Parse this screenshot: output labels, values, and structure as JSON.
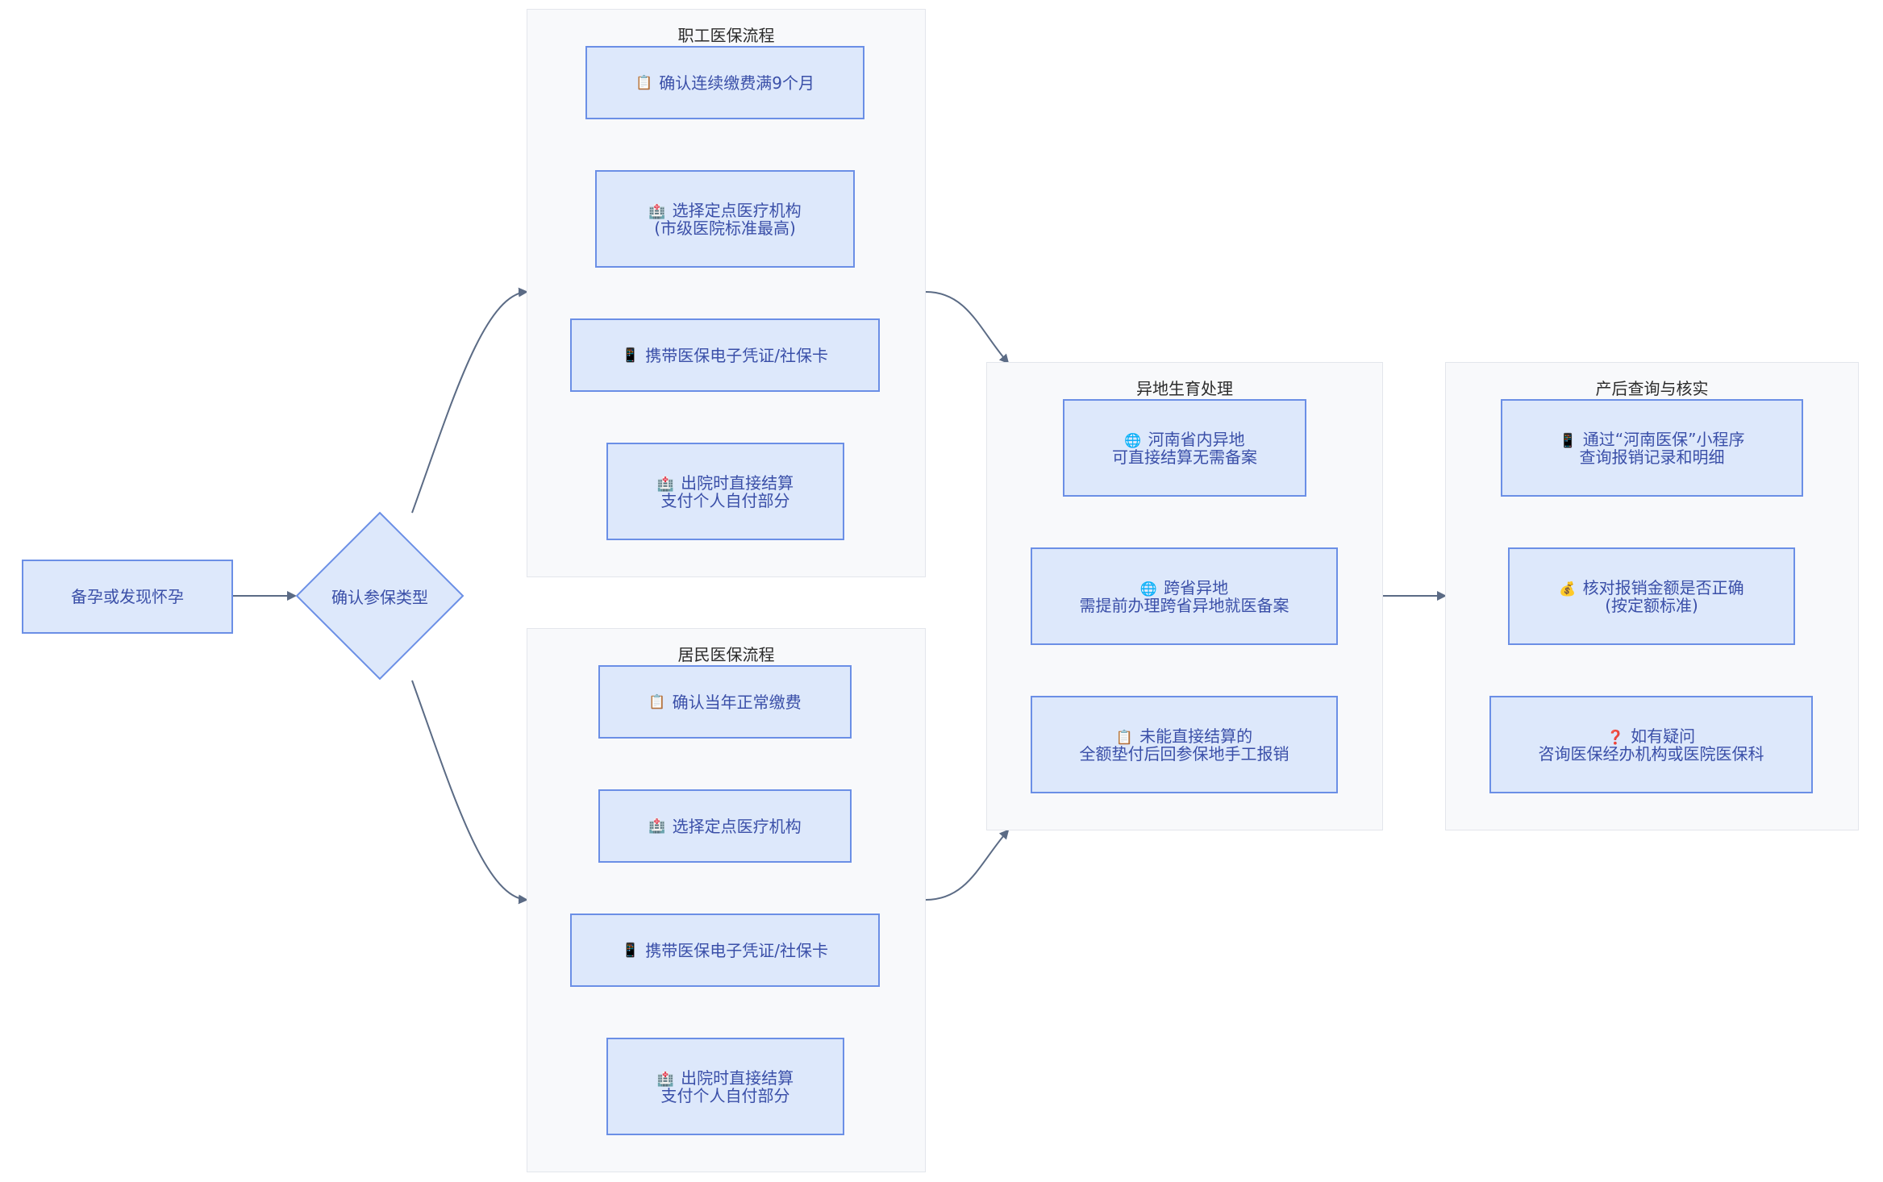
{
  "start": {
    "label": "备孕或发现怀孕"
  },
  "decision": {
    "label": "确认参保类型"
  },
  "employee": {
    "title": "职工医保流程",
    "steps": [
      {
        "icon": "📋",
        "line1": "确认连续缴费满9个月",
        "line2": ""
      },
      {
        "icon": "🏥",
        "line1": "选择定点医疗机构",
        "line2": "(市级医院标准最高)"
      },
      {
        "icon": "📱",
        "line1": "携带医保电子凭证/社保卡",
        "line2": ""
      },
      {
        "icon": "🏥",
        "line1": "出院时直接结算",
        "line2": "支付个人自付部分"
      }
    ]
  },
  "resident": {
    "title": "居民医保流程",
    "steps": [
      {
        "icon": "📋",
        "line1": "确认当年正常缴费",
        "line2": ""
      },
      {
        "icon": "🏥",
        "line1": "选择定点医疗机构",
        "line2": ""
      },
      {
        "icon": "📱",
        "line1": "携带医保电子凭证/社保卡",
        "line2": ""
      },
      {
        "icon": "🏥",
        "line1": "出院时直接结算",
        "line2": "支付个人自付部分"
      }
    ]
  },
  "remote": {
    "title": "异地生育处理",
    "steps": [
      {
        "icon": "🌐",
        "line1": "河南省内异地",
        "line2": "可直接结算无需备案"
      },
      {
        "icon": "🌐",
        "line1": "跨省异地",
        "line2": "需提前办理跨省异地就医备案"
      },
      {
        "icon": "📋",
        "line1": "未能直接结算的",
        "line2": "全额垫付后回参保地手工报销"
      }
    ]
  },
  "postpartum": {
    "title": "产后查询与核实",
    "steps": [
      {
        "icon": "📱",
        "line1": "通过“河南医保”小程序",
        "line2": "查询报销记录和明细"
      },
      {
        "icon": "💰",
        "line1": "核对报销金额是否正确",
        "line2": "(按定额标准)"
      },
      {
        "icon": "❓",
        "line1": "如有疑问",
        "line2": "咨询医保经办机构或医院医保科"
      }
    ]
  },
  "colors": {
    "node_fill": "#dde8fb",
    "node_border": "#6b8fe6",
    "edge": "#5b6b85",
    "cluster_fill": "#f8f9fb"
  }
}
